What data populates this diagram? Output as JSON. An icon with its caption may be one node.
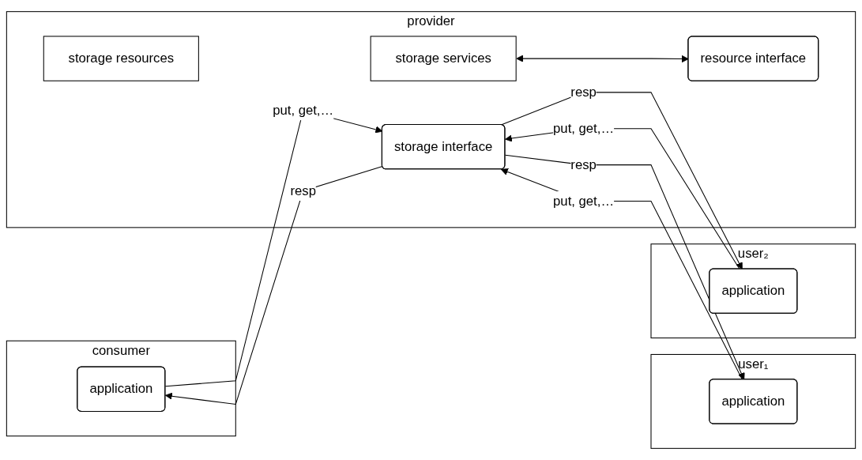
{
  "diagram": {
    "nodes": [
      {
        "text": [
          "consumer"
        ]
      },
      {
        "text": [
          "application"
        ],
        "in": 0
      },
      {
        "text": [
          "provider"
        ]
      },
      {
        "text": [
          "storage interface"
        ],
        "in": 2
      },
      {
        "text": [
          "storage services"
        ],
        "in": 2
      },
      {
        "text": [
          "resource interface"
        ],
        "in": 2
      },
      {
        "text": [
          "storage resources"
        ],
        "in": 2
      },
      {
        "text": [
          "user₁"
        ]
      },
      {
        "text": [
          "application"
        ],
        "in": 7
      },
      {
        "text": [
          "user₂"
        ]
      },
      {
        "text": [
          "application"
        ],
        "in": 9
      }
    ],
    "edges": [
      {
        "from": 1,
        "to": 3,
        "arrow": "to",
        "label": "put, get,…"
      },
      {
        "from": 3,
        "to": 1,
        "arrow": "to",
        "label": "resp"
      },
      {
        "from": 8,
        "to": 3,
        "arrow": "to",
        "label": "put, get,…"
      },
      {
        "from": 3,
        "to": 8,
        "arrow": "to",
        "label": "resp"
      },
      {
        "from": 10,
        "to": 3,
        "arrow": "to",
        "label": "put, get,…"
      },
      {
        "from": 3,
        "to": 10,
        "arrow": "to",
        "label": "resp"
      },
      {
        "from": 4,
        "to": 5,
        "arrow": "both"
      }
    ]
  }
}
